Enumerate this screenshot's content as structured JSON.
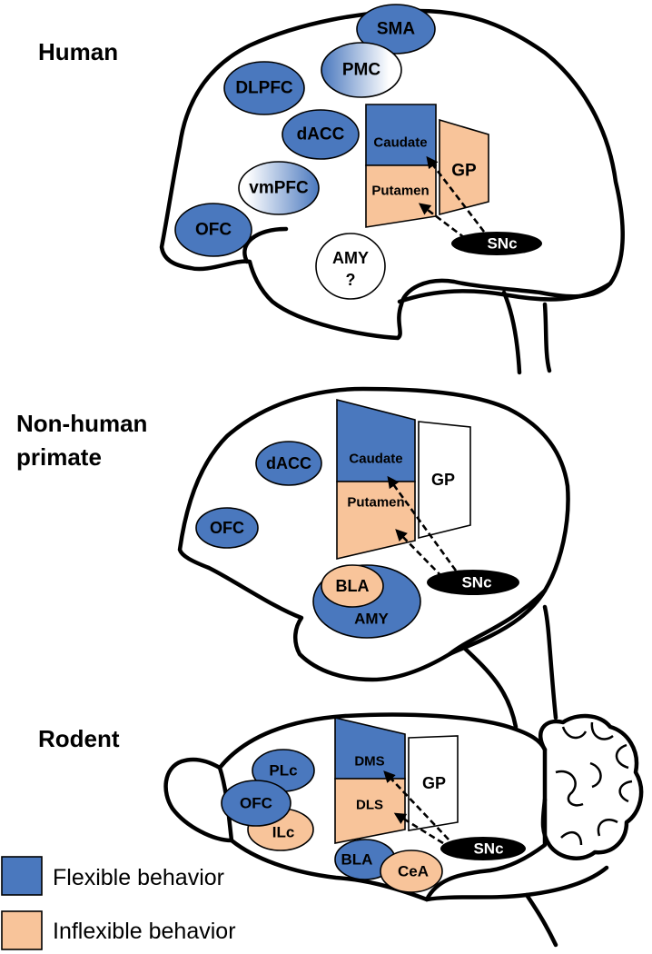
{
  "colors": {
    "flexible": "#4a78be",
    "inflexible": "#f8c49a",
    "snc": "#000000",
    "white": "#ffffff"
  },
  "human": {
    "title": "Human",
    "sma": "SMA",
    "pmc": "PMC",
    "dlpfc": "DLPFC",
    "dacc": "dACC",
    "vmpfc": "vmPFC",
    "ofc": "OFC",
    "amy": "AMY",
    "amy_q": "?",
    "caudate": "Caudate",
    "putamen": "Putamen",
    "gp": "GP",
    "snc": "SNc"
  },
  "primate": {
    "title_line1": "Non-human",
    "title_line2": "primate",
    "dacc": "dACC",
    "ofc": "OFC",
    "caudate": "Caudate",
    "putamen": "Putamen",
    "gp": "GP",
    "snc": "SNc",
    "bla": "BLA",
    "amy": "AMY"
  },
  "rodent": {
    "title": "Rodent",
    "plc": "PLc",
    "ofc": "OFC",
    "ilc": "ILc",
    "dms": "DMS",
    "dls": "DLS",
    "gp": "GP",
    "snc": "SNc",
    "bla": "BLA",
    "cea": "CeA"
  },
  "legend": {
    "flexible": "Flexible behavior",
    "inflexible": "Inflexible behavior"
  }
}
